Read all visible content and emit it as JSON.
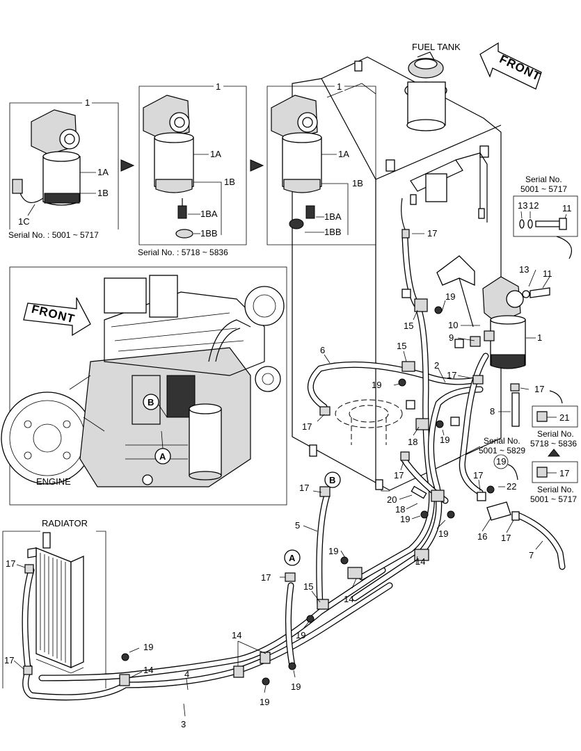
{
  "labels": {
    "fuel_tank": "FUEL TANK",
    "front_top": "FRONT",
    "front_engine": "FRONT",
    "engine": "ENGINE",
    "radiator": "RADIATOR"
  },
  "filter_panels": [
    {
      "number": "1",
      "parts": [
        "1A",
        "1B",
        "1C"
      ],
      "serial": "Serial No. : 5001 ~ 5717"
    },
    {
      "number": "1",
      "parts": [
        "1A",
        "1B",
        "1BA",
        "1BB"
      ],
      "serial": "Serial No. : 5718 ~ 5836"
    },
    {
      "number": "1",
      "parts": [
        "1A",
        "1B",
        "1BA",
        "1BB"
      ],
      "serial": ""
    }
  ],
  "detail_boxes": {
    "bolt_detail": {
      "serial_line1": "Serial No.",
      "serial_line2": "5001 ~ 5717",
      "parts": [
        "13",
        "12",
        "11"
      ]
    },
    "clip_21": {
      "part": "21",
      "serial_line1": "Serial No.",
      "serial_line2": "5718 ~ 5836"
    },
    "clip_17": {
      "part": "17",
      "serial_line1": "Serial No.",
      "serial_line2": "5001 ~ 5717"
    },
    "serial_5829": {
      "serial_line1": "Serial No.",
      "serial_line2": "5001 ~ 5829",
      "part": "19"
    }
  },
  "callouts": {
    "a": "A",
    "b": "B",
    "p1": "1",
    "p2": "2",
    "p3": "3",
    "p4": "4",
    "p5": "5",
    "p6": "6",
    "p7": "7",
    "p8": "8",
    "p9": "9",
    "p10": "10",
    "p11": "11",
    "p13": "13",
    "p14": "14",
    "p15": "15",
    "p16": "16",
    "p17": "17",
    "p18": "18",
    "p19": "19",
    "p20": "20",
    "p22": "22"
  }
}
